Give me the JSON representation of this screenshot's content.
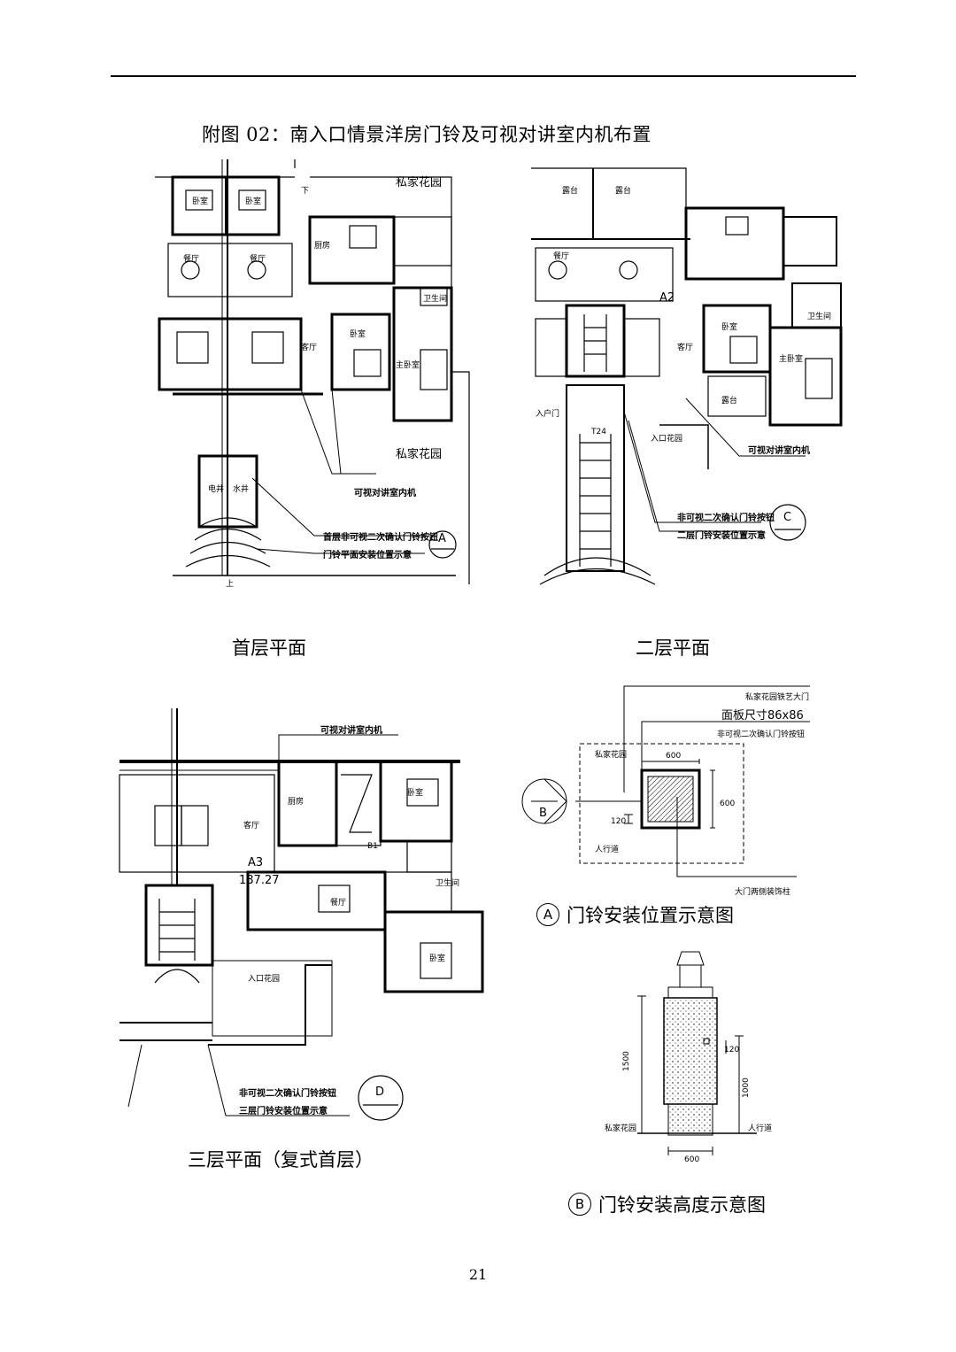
{
  "page": {
    "title": "附图 02：南入口情景洋房门铃及可视对讲室内机布置",
    "page_number": "21"
  },
  "plans": {
    "first_floor": {
      "caption": "首层平面",
      "labels": {
        "garden_top": "私家花园",
        "garden_bottom": "私家花园",
        "intercom": "可视对讲室内机",
        "doorbell_line1": "首层非可视二次确认门铃按钮",
        "doorbell_line2": "门铃平面安装位置示意",
        "marker": "A",
        "bedroom1": "卧室",
        "bedroom2": "卧室",
        "dining1": "餐厅",
        "dining2": "餐厅",
        "living": "客厅",
        "bedroom3": "卧室",
        "master": "主卧室",
        "kitchen": "厨房",
        "bath": "卫生间",
        "elevator": "电井",
        "water": "水井",
        "down": "下",
        "up": "上"
      }
    },
    "second_floor": {
      "caption": "二层平面",
      "labels": {
        "terrace1": "露台",
        "terrace2": "露台",
        "unit": "A2",
        "dining": "餐厅",
        "living": "客厅",
        "bedroom": "卧室",
        "master": "主卧室",
        "bath": "卫生间",
        "terrace3": "露台",
        "entry_garden": "入口花园",
        "entry_gate": "入户门",
        "stair_tag": "T24",
        "intercom": "可视对讲室内机",
        "doorbell_line1": "非可视二次确认门铃按钮",
        "doorbell_line2": "二层门铃安装位置示意",
        "marker": "C"
      }
    },
    "third_floor": {
      "caption": "三层平面（复式首层）",
      "labels": {
        "intercom": "可视对讲室内机",
        "kitchen": "厨房",
        "living": "客厅",
        "unit": "A3",
        "area": "187.27",
        "dining": "餐厅",
        "bedroom1": "卧室",
        "bedroom2": "卧室",
        "bath": "卫生间",
        "entry_garden": "入口花园",
        "stair_tag": "B1",
        "doorbell_line1": "非可视二次确认门铃按钮",
        "doorbell_line2": "三层门铃安装位置示意",
        "marker": "D"
      }
    },
    "detail_a": {
      "caption": "门铃安装位置示意图",
      "marker": "A",
      "labels": {
        "gate": "私家花园铁艺大门",
        "panel": "面板尺寸86x86",
        "button": "非可视二次确认门铃按钮",
        "garden": "私家花园",
        "sidewalk": "人行道",
        "column": "大门两侧装饰柱",
        "dim_w": "600",
        "dim_h": "600",
        "dim_s": "120",
        "marker_b": "B"
      }
    },
    "detail_b": {
      "caption": "门铃安装高度示意图",
      "marker": "B",
      "labels": {
        "height_total": "1500",
        "height_button": "1000",
        "offset": "120",
        "width": "600",
        "garden": "私家花园",
        "sidewalk": "人行道"
      }
    }
  }
}
